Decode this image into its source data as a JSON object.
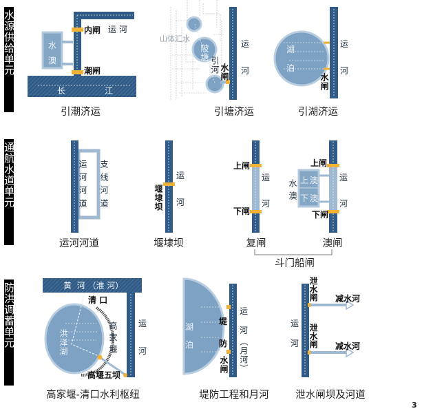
{
  "colors": {
    "canal": "#2f5b86",
    "lake": "#7ea2c3",
    "gate": "#f1b235",
    "side_bar": "#000000"
  },
  "rows": [
    {
      "section_label": "水源供给单元",
      "panels": [
        {
          "caption": "引潮济运",
          "canal": "运  河",
          "river_a": "长",
          "river_b": "江",
          "reservoir_a": "水",
          "reservoir_b": "澳",
          "gate_inner": "内闸",
          "gate_tide": "潮闸"
        },
        {
          "caption": "引塘济运",
          "runoff": "山体汇水",
          "pond": "陂塘",
          "feeder": "引河",
          "sluice": "水闸",
          "canal_a": "运",
          "canal_b": "河"
        },
        {
          "caption": "引湖济运",
          "lake_a": "湖",
          "lake_b": "泊",
          "sluice": "水闸",
          "canal_a": "运",
          "canal_b": "河"
        }
      ]
    },
    {
      "section_label": "通航水道单元",
      "panels": [
        {
          "caption": "运河河道",
          "main": "运河河道",
          "branch": "支线河道"
        },
        {
          "caption": "堰埭坝",
          "weir": "堰埭坝",
          "canal_a": "运",
          "canal_b": "河"
        },
        {
          "caption": "复闸",
          "upper": "上闸",
          "lower": "下闸",
          "canal_a": "运",
          "canal_b": "河"
        },
        {
          "caption": "澳闸",
          "upper": "上闸",
          "lower": "下闸",
          "reservoir": "水澳",
          "upper_res_a": "上",
          "upper_res_b": "澳",
          "lower_res_a": "下",
          "lower_res_b": "澳",
          "canal_a": "运",
          "canal_b": "河"
        }
      ],
      "group_label": "斗门船闸"
    },
    {
      "section_label": "防洪调蓄单元",
      "panels": [
        {
          "caption": "高家堰-清口水利枢纽",
          "river": "黄  河 （淮 河）",
          "qingkou": "清 口",
          "lake": "洪泽湖",
          "dike": "高家堰",
          "dams": "高堰五坝",
          "canal_a": "运",
          "canal_b": "河"
        },
        {
          "caption": "堤防工程和月河",
          "lake_a": "湖",
          "lake_b": "泊",
          "dike_a": "堤",
          "dike_b": "防",
          "sluice": "水闸",
          "canal_a": "运",
          "canal_b": "河",
          "moon_river": "（月河）"
        },
        {
          "caption": "泄水闸坝及河道",
          "spill_1": "泄水闸",
          "spill_2": "泄水闸",
          "relief_1": "减水河",
          "relief_2": "减水河",
          "canal_a": "运",
          "canal_b": "河"
        }
      ]
    }
  ],
  "page_number": "3"
}
